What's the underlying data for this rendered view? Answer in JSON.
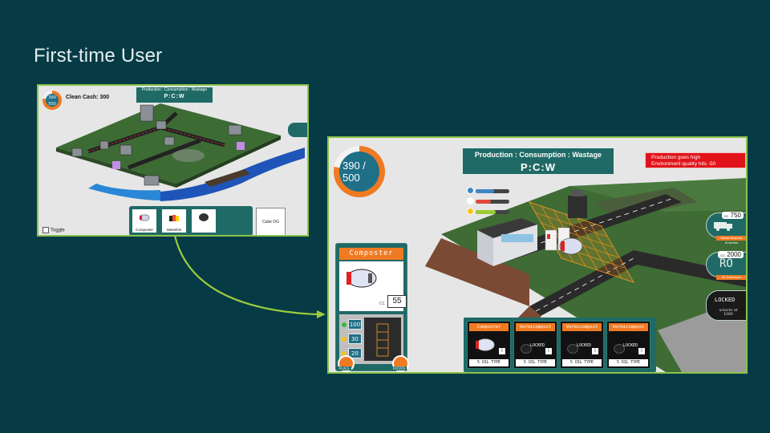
{
  "slide": {
    "title": "First-time User"
  },
  "small_screen": {
    "gauge": {
      "value": "390",
      "max": "500"
    },
    "cash_label": "Clean Cash: 300",
    "pcw_label": "Production : Consumption : Wastage",
    "pcw_ratio": "P:C:W",
    "toggle_label": "Toggle",
    "tray_cards": [
      {
        "label": "Composter"
      },
      {
        "label": "Wastebin"
      },
      {
        "label": ""
      }
    ],
    "side_card_label": "Cube OG"
  },
  "large_screen": {
    "gauge": {
      "value": "390 /",
      "max": "500",
      "fill_fraction": 0.78
    },
    "pcw_label": "Production : Consumption : Wastage",
    "pcw_ratio": "P:C:W",
    "alert": {
      "line1": "Production goes high",
      "line2": "Environment quality hits -50"
    },
    "stat_bars": [
      {
        "icon": "droplet-icon",
        "color": "#3d86c6",
        "level": 0.55
      },
      {
        "icon": "zap-icon",
        "color": "#e04a3a",
        "level": 0.45
      },
      {
        "icon": "leaf-icon",
        "color": "#9acd32",
        "level": 0.6
      }
    ],
    "composter_panel": {
      "title": "Composter",
      "quantity": "55",
      "cc_label": "CC",
      "resources": [
        {
          "value": "100",
          "color": "#2fbf3a"
        },
        {
          "value": "30",
          "color": "#f5c518"
        },
        {
          "value": "20",
          "color": "#f5c518"
        }
      ],
      "place_label": "PLACE",
      "rotate_label": "ROTATE"
    },
    "tray_cards": [
      {
        "title": "Composter",
        "state": "",
        "footer": "5 OIL TYPE",
        "badge": "1"
      },
      {
        "title": "Vermicompost",
        "state": "LOCKED",
        "footer": "5 OIL TYPE",
        "badge": ""
      },
      {
        "title": "Vermicompost",
        "state": "LOCKED",
        "footer": "5 OIL TYPE",
        "badge": ""
      },
      {
        "title": "Vermicompost",
        "state": "LOCKED",
        "footer": "5 OIL TYPE",
        "badge": ""
      }
    ],
    "side_pills": [
      {
        "cc_prefix": "CC",
        "cc": "750",
        "tag": "Waste Disposal Unlocked"
      },
      {
        "cc_prefix": "CC",
        "cc": "2000",
        "main": "RO",
        "tag": "55 Treatment"
      },
      {
        "main": "LOCKED",
        "sub": "unlocks at 1000"
      }
    ]
  }
}
